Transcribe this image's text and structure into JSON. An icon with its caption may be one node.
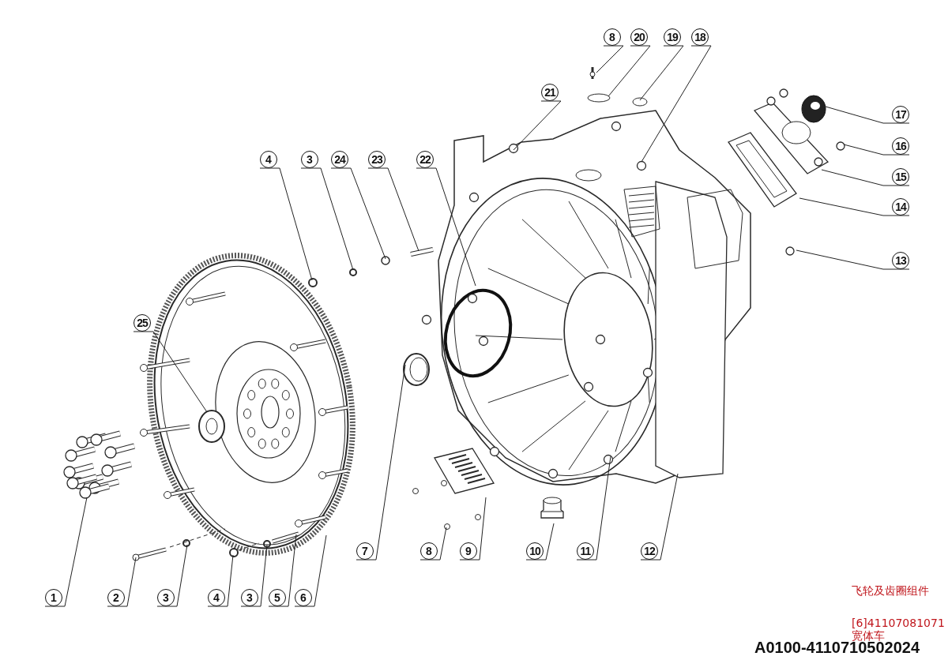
{
  "diagram": {
    "nodes": [
      {
        "text": [
          "8"
        ]
      },
      {
        "text": [
          "20"
        ]
      },
      {
        "text": [
          "19"
        ]
      },
      {
        "text": [
          "18"
        ]
      },
      {
        "text": [
          "21"
        ]
      },
      {
        "text": [
          "17"
        ]
      },
      {
        "text": [
          "16"
        ]
      },
      {
        "text": [
          "4"
        ]
      },
      {
        "text": [
          "3"
        ]
      },
      {
        "text": [
          "24"
        ]
      },
      {
        "text": [
          "23"
        ]
      },
      {
        "text": [
          "22"
        ]
      },
      {
        "text": [
          "15"
        ]
      },
      {
        "text": [
          "14"
        ]
      },
      {
        "text": [
          "13"
        ]
      },
      {
        "text": [
          "25"
        ]
      },
      {
        "text": [
          "7"
        ]
      },
      {
        "text": [
          "8"
        ]
      },
      {
        "text": [
          "9"
        ]
      },
      {
        "text": [
          "10"
        ]
      },
      {
        "text": [
          "11"
        ]
      },
      {
        "text": [
          "12"
        ]
      },
      {
        "text": [
          "1"
        ]
      },
      {
        "text": [
          "2"
        ]
      },
      {
        "text": [
          "3"
        ]
      },
      {
        "text": [
          "4"
        ]
      },
      {
        "text": [
          "3"
        ]
      },
      {
        "text": [
          "5"
        ]
      },
      {
        "text": [
          "6"
        ]
      }
    ],
    "edges": [
      {
        "from": 0,
        "to": null,
        "arrow": "none"
      },
      {
        "from": 1,
        "to": null,
        "arrow": "none"
      },
      {
        "from": 2,
        "to": null,
        "arrow": "none"
      },
      {
        "from": 3,
        "to": null,
        "arrow": "none"
      },
      {
        "from": 4,
        "to": null,
        "arrow": "none"
      },
      {
        "from": 5,
        "to": null,
        "arrow": "none"
      },
      {
        "from": 6,
        "to": null,
        "arrow": "none"
      },
      {
        "from": 7,
        "to": null,
        "arrow": "none"
      },
      {
        "from": 8,
        "to": null,
        "arrow": "none"
      },
      {
        "from": 9,
        "to": null,
        "arrow": "none"
      },
      {
        "from": 10,
        "to": null,
        "arrow": "none"
      },
      {
        "from": 11,
        "to": null,
        "arrow": "none"
      },
      {
        "from": 12,
        "to": null,
        "arrow": "none"
      },
      {
        "from": 13,
        "to": null,
        "arrow": "none"
      },
      {
        "from": 14,
        "to": null,
        "arrow": "none"
      },
      {
        "from": 15,
        "to": null,
        "arrow": "none"
      },
      {
        "from": 16,
        "to": null,
        "arrow": "none"
      },
      {
        "from": 17,
        "to": null,
        "arrow": "none"
      },
      {
        "from": 18,
        "to": null,
        "arrow": "none"
      },
      {
        "from": 19,
        "to": null,
        "arrow": "none"
      },
      {
        "from": 20,
        "to": null,
        "arrow": "none"
      },
      {
        "from": 21,
        "to": null,
        "arrow": "none"
      },
      {
        "from": 22,
        "to": null,
        "arrow": "none"
      },
      {
        "from": 23,
        "to": null,
        "arrow": "none"
      },
      {
        "from": 24,
        "to": null,
        "arrow": "none"
      },
      {
        "from": 25,
        "to": null,
        "arrow": "none"
      },
      {
        "from": 26,
        "to": null,
        "arrow": "none"
      },
      {
        "from": 27,
        "to": null,
        "arrow": "none"
      },
      {
        "from": 28,
        "to": null,
        "arrow": "none"
      }
    ],
    "labels": [
      "飞轮及齿圈组件",
      "[6]41107081071",
      "宽体车",
      "A0100-4110710502024"
    ]
  }
}
